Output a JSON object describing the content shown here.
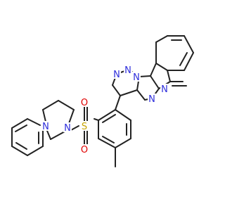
{
  "molecule": {
    "atoms": [
      {
        "id": "n_tz1",
        "symbol": "N",
        "color": "#2E2EDB"
      },
      {
        "id": "n_tz2",
        "symbol": "N",
        "color": "#2E2EDB"
      },
      {
        "id": "n_tz3",
        "symbol": "N",
        "color": "#2E2EDB"
      },
      {
        "id": "n_dz1",
        "symbol": "N",
        "color": "#2E2EDB"
      },
      {
        "id": "n_dz2",
        "symbol": "N",
        "color": "#2E2EDB"
      },
      {
        "id": "s_sulfonyl",
        "symbol": "S",
        "color": "#C8A400"
      },
      {
        "id": "o_sulfonyl_top",
        "symbol": "O",
        "color": "#E00000"
      },
      {
        "id": "o_sulfonyl_bottom",
        "symbol": "O",
        "color": "#E00000"
      },
      {
        "id": "n_pip1",
        "symbol": "N",
        "color": "#2E2EDB"
      },
      {
        "id": "n_pip4",
        "symbol": "N",
        "color": "#2E2EDB"
      }
    ],
    "bond_color": "#222222"
  }
}
